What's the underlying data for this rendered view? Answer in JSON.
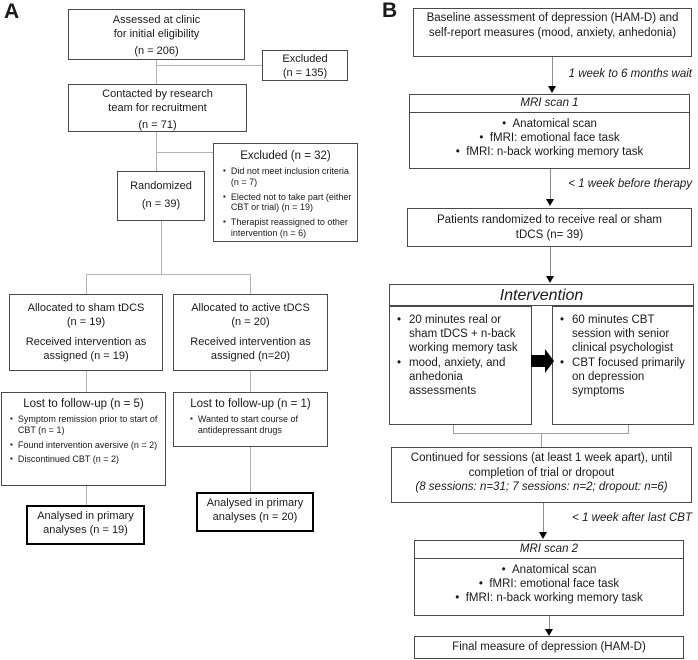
{
  "colors": {
    "border": "#4a4a4a",
    "thick_border": "#000000",
    "connector_a": "#b5b5b5",
    "connector_b": "#8e8e8e",
    "text": "#1a1a1a"
  },
  "panelA": {
    "label": "A",
    "assessed": {
      "line1": "Assessed at clinic",
      "line2": "for initial eligibility",
      "n": "(n = 206)"
    },
    "excluded135": {
      "line1": "Excluded",
      "n": "(n = 135)"
    },
    "contacted": {
      "line1": "Contacted by research",
      "line2": "team for recruitment",
      "n": "(n = 71)"
    },
    "excluded32": {
      "title": "Excluded (n = 32)",
      "bullets": [
        "Did not meet inclusion criteria (n = 7)",
        "Elected not to take part (either CBT or trial) (n = 19)",
        "Therapist reassigned to other intervention (n = 6)"
      ]
    },
    "randomized": {
      "line1": "Randomized",
      "n": "(n = 39)"
    },
    "alloc_sham": {
      "line1": "Allocated to sham tDCS",
      "line2": "(n = 19)",
      "line3": "Received intervention as",
      "line4": "assigned (n = 19)"
    },
    "alloc_active": {
      "line1": "Allocated to active tDCS",
      "line2": "(n = 20)",
      "line3": "Received intervention as",
      "line4": "assigned (n=20)"
    },
    "lost_sham": {
      "title": "Lost to follow-up (n = 5)",
      "bullets": [
        "Symptom remission prior to start of CBT (n = 1)",
        "Found intervention aversive (n = 2)",
        "Discontinued CBT (n = 2)"
      ]
    },
    "lost_active": {
      "title": "Lost to follow-up (n = 1)",
      "bullets": [
        "Wanted to start course of antidepressant drugs"
      ]
    },
    "analysed_sham": {
      "line1": "Analysed in primary",
      "line2": "analyses (n = 19)"
    },
    "analysed_active": {
      "line1": "Analysed in primary",
      "line2": "analyses (n = 20)"
    }
  },
  "panelB": {
    "label": "B",
    "baseline": {
      "text": "Baseline assessment of depression (HAM-D) and self-report measures (mood, anxiety, anhedonia)"
    },
    "wait1": "1 week to 6 months wait",
    "mri1": {
      "title": "MRI scan 1",
      "bullets": [
        "Anatomical scan",
        "fMRI: emotional face task",
        "fMRI: n-back working memory task"
      ]
    },
    "wait2": "< 1 week before therapy",
    "randomized": {
      "text": "Patients randomized to receive real or sham tDCS  (n= 39)"
    },
    "intervention": {
      "title": "Intervention",
      "left_bullets": [
        "20 minutes real or sham tDCS + n-back working memory task",
        "mood, anxiety, and anhedonia assessments"
      ],
      "right_bullets": [
        "60 minutes CBT session with senior clinical psychologist",
        "CBT focused primarily on depression symptoms"
      ]
    },
    "continued": {
      "line12": "Continued for sessions (at least 1 week apart), until completion of trial or dropout",
      "line3": "(8 sessions: n=31; 7 sessions: n=2; dropout: n=6)"
    },
    "wait3": "< 1 week after last CBT",
    "mri2": {
      "title": "MRI scan 2",
      "bullets": [
        "Anatomical scan",
        "fMRI: emotional face task",
        "fMRI: n-back working memory task"
      ]
    },
    "final": {
      "text": "Final measure of depression (HAM-D)"
    }
  }
}
